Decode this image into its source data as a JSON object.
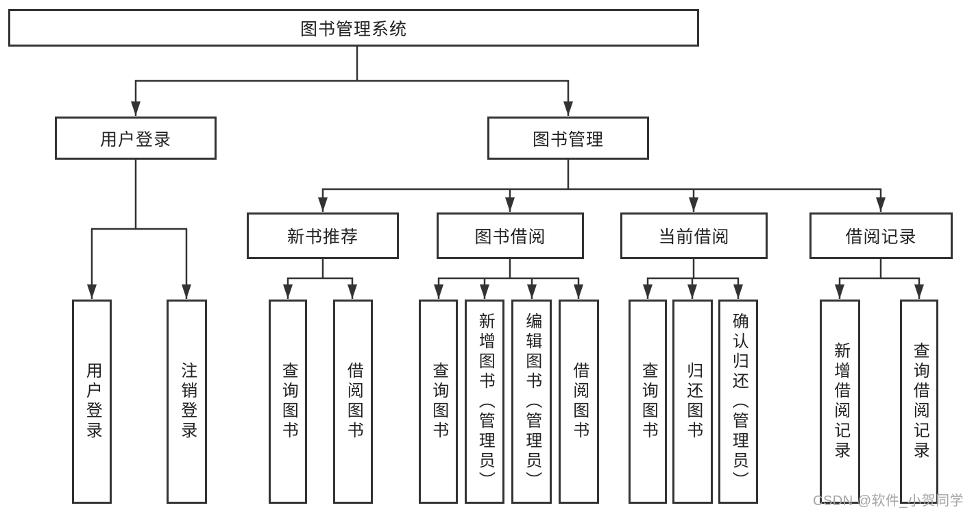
{
  "colors": {
    "line": "#333333",
    "box_border": "#333333",
    "text": "#222222",
    "watermark": "#a5a5a5",
    "background": "#ffffff"
  },
  "tree": {
    "label": "图书管理系统",
    "children": [
      {
        "label": "用户登录",
        "children": [
          {
            "label": "用户登录"
          },
          {
            "label": "注销登录"
          }
        ]
      },
      {
        "label": "图书管理",
        "children": [
          {
            "label": "新书推荐",
            "children": [
              {
                "label": "查询图书"
              },
              {
                "label": "借阅图书"
              }
            ]
          },
          {
            "label": "图书借阅",
            "children": [
              {
                "label": "查询图书"
              },
              {
                "label": "新增图书（管理员）"
              },
              {
                "label": "编辑图书（管理员）"
              },
              {
                "label": "借阅图书"
              }
            ]
          },
          {
            "label": "当前借阅",
            "children": [
              {
                "label": "查询图书"
              },
              {
                "label": "归还图书"
              },
              {
                "label": "确认归还（管理员）"
              }
            ]
          },
          {
            "label": "借阅记录",
            "children": [
              {
                "label": "新增借阅记录"
              },
              {
                "label": "查询借阅记录"
              }
            ]
          }
        ]
      }
    ]
  },
  "watermark": {
    "text": "CSDN @软件_小贺同学"
  }
}
